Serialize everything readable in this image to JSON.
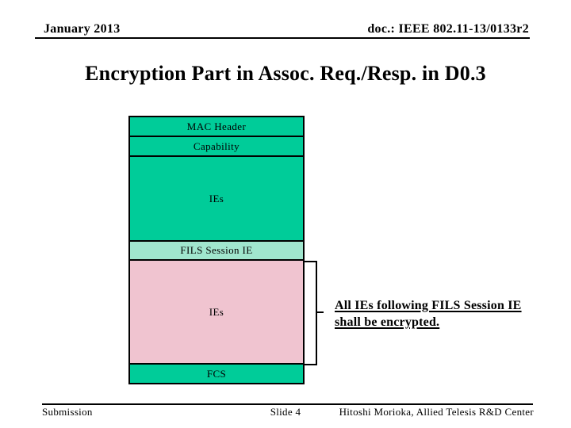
{
  "header": {
    "date": "January 2013",
    "doc_number": "doc.: IEEE 802.11-13/0133r2"
  },
  "title": "Encryption Part in Assoc. Req./Resp. in D0.3",
  "diagram": {
    "boxes": [
      {
        "label": "MAC Header",
        "color": "#00CC99"
      },
      {
        "label": "Capability",
        "color": "#00CC99"
      },
      {
        "label": "IEs",
        "color": "#00CC99"
      },
      {
        "label": "FILS Session IE",
        "color": "#A0E6CE"
      },
      {
        "label": "IEs",
        "color": "#F0C4D0"
      },
      {
        "label": "FCS",
        "color": "#00CC99"
      }
    ],
    "annotation": {
      "line1": "All IEs following FILS Session IE",
      "line2": "shall be encrypted."
    }
  },
  "footer": {
    "left": "Submission",
    "center": "Slide 4",
    "right": "Hitoshi Morioka, Allied Telesis R&D Center"
  },
  "colors": {
    "box_green": "#00CC99",
    "box_light_green": "#A0E6CE",
    "box_pink": "#F0C4D0",
    "border": "#000000"
  }
}
